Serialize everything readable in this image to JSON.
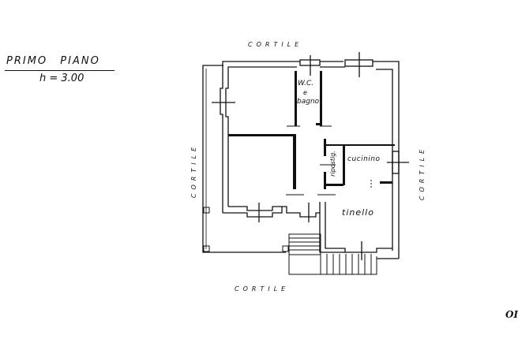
{
  "title_block": {
    "title": "PRIMO PIANO",
    "height": "h = 3.00"
  },
  "surroundings": {
    "top": "CORTILE",
    "bottom": "CORTILE",
    "left": "CORTILE",
    "right": "CORTILE"
  },
  "rooms": {
    "wc_line1": "W.C.",
    "wc_line2": "e",
    "wc_line3": "bagno",
    "cucinino": "cucinino",
    "ripostiglio": "ripostig.",
    "tinello": "tinello"
  },
  "corner_text": "OI",
  "colors": {
    "ink": "#111111",
    "paper": "#ffffff"
  }
}
